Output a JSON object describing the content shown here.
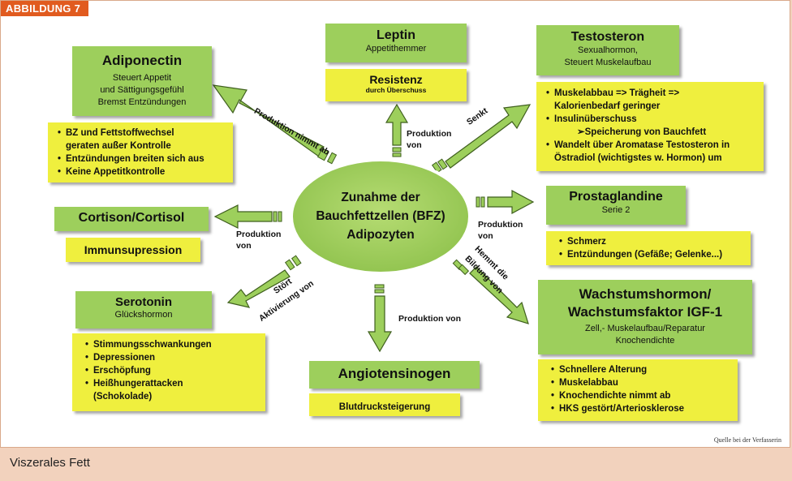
{
  "figure_tag": "ABBILDUNG 7",
  "center": [
    "Zunahme der",
    "Bauchfettzellen (BFZ)",
    "Adipozyten"
  ],
  "leptin": {
    "title": "Leptin",
    "sub": "Appetithemmer",
    "note_title": "Resistenz",
    "note_sub": "durch Überschuss"
  },
  "testosteron": {
    "title": "Testosteron",
    "sub1": "Sexualhormon,",
    "sub2": "Steuert Muskelaufbau",
    "items": [
      "Muskelabbau => Trägheit =>",
      "Kalorienbedarf geringer",
      "Insulinüberschuss",
      "➢Speicherung von Bauchfett",
      "Wandelt über Aromatase Testosteron in",
      "Östradiol (wichtigstes w. Hormon) um"
    ]
  },
  "adiponectin": {
    "title": "Adiponectin",
    "sub1": "Steuert Appetit",
    "sub2": "und Sättigungsgefühl",
    "sub3": "Bremst Entzündungen",
    "items": [
      "BZ und Fettstoffwechsel",
      "geraten außer Kontrolle",
      "Entzündungen breiten sich aus",
      "Keine Appetitkontrolle"
    ]
  },
  "cortisol": {
    "title": "Cortison/Cortisol",
    "note": "Immunsupression"
  },
  "prostaglandine": {
    "title": "Prostaglandine",
    "sub": "Serie 2",
    "items": [
      "Schmerz",
      "Entzündungen (Gefäße; Gelenke...)"
    ]
  },
  "serotonin": {
    "title": "Serotonin",
    "sub": "Glückshormon",
    "items": [
      "Stimmungsschwankungen",
      "Depressionen",
      "Erschöpfung",
      "Heißhungerattacken",
      "(Schokolade)"
    ]
  },
  "angiotensinogen": {
    "title": "Angiotensinogen",
    "note": "Blutdrucksteigerung"
  },
  "wachstum": {
    "title1": "Wachstumshormon/",
    "title2": "Wachstumsfaktor IGF-1",
    "sub1": "Zell,- Muskelaufbau/Reparatur",
    "sub2": "Knochendichte",
    "items": [
      "Schnellere Alterung",
      "Muskelabbau",
      "Knochendichte nimmt ab",
      "HKS gestört/Arteriosklerose"
    ]
  },
  "labels": {
    "adiponectin": "Produktion nimmt ab",
    "leptin_1": "Produktion",
    "leptin_2": "von",
    "testosteron": "Senkt",
    "cortisol_1": "Produktion",
    "cortisol_2": "von",
    "prostaglandine_1": "Produktion",
    "prostaglandine_2": "von",
    "serotonin_1": "Stört",
    "serotonin_2": "Aktivierung von",
    "wachstum_1": "Hemmt die",
    "wachstum_2": "Bildung von",
    "angiotensinogen": "Produktion von"
  },
  "source": "Quelle bei der Verfasserin",
  "caption": "Viszerales Fett",
  "colors": {
    "green": "#9dcf5c",
    "yellow": "#efef3e",
    "tag": "#e15b1f",
    "caption_bg": "#f2d2bd"
  }
}
